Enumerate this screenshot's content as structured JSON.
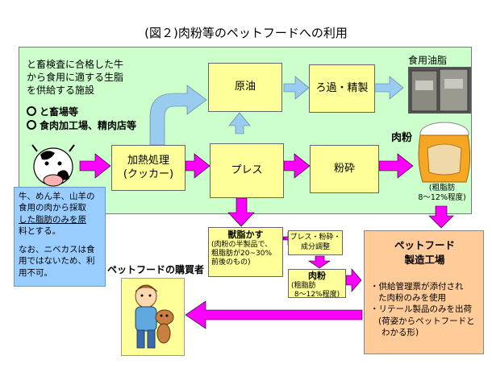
{
  "title": "(図２)肉粉等のペットフードへの利用",
  "facility": {
    "lines": [
      "と畜検査に合格した牛",
      "から食用に適する生脂",
      "を供給する施設"
    ],
    "bullets": [
      "と畜場等",
      "食肉加工場、精肉店等"
    ]
  },
  "nodes": {
    "heating": [
      "加熱処理",
      "(クッカー)"
    ],
    "crude_oil": "原油",
    "press": "プレス",
    "filter": "ろ過・精製",
    "grind": "粉砕",
    "cake_title": "獣脂かす",
    "cake_desc": [
      "(肉粉の半製品で、",
      "粗脂肪が20~30%",
      "前後のもの)"
    ],
    "press_grind": [
      "プレス・粉砕・",
      "成分調整"
    ],
    "meat_powder_small_title": "肉粉",
    "meat_powder_small_desc": [
      "(粗脂肪",
      "8～12%程度)"
    ]
  },
  "edible_oil_label": "食用油脂",
  "meat_powder_label": "肉粉",
  "meat_powder_desc": [
    "(粗脂肪",
    "8～12%程度)"
  ],
  "blue_note": {
    "lines": [
      "牛、めん羊、山羊の",
      "食用の肉から採取",
      "した脂肪のみを原",
      "料とする。",
      "",
      "なお、ニベカスは食",
      "用ではないため、利",
      "用不可。"
    ]
  },
  "petfood_maker": {
    "title": [
      "ペットフード",
      "製造工場"
    ],
    "items": [
      "供給管理票が添付され",
      "た肉粉のみを使用",
      "リテール製品のみを出荷",
      "(荷姿からペットフードと",
      "わかる形)"
    ]
  },
  "buyer_label": "ペットフードの購買者",
  "colors": {
    "panel": "#ccffcc",
    "box": "#ffff99",
    "arrow_magenta": "#ff00ff",
    "arrow_blue": "#99ccee",
    "blue_note": "#99ccff",
    "orange": "#ffcc99"
  }
}
